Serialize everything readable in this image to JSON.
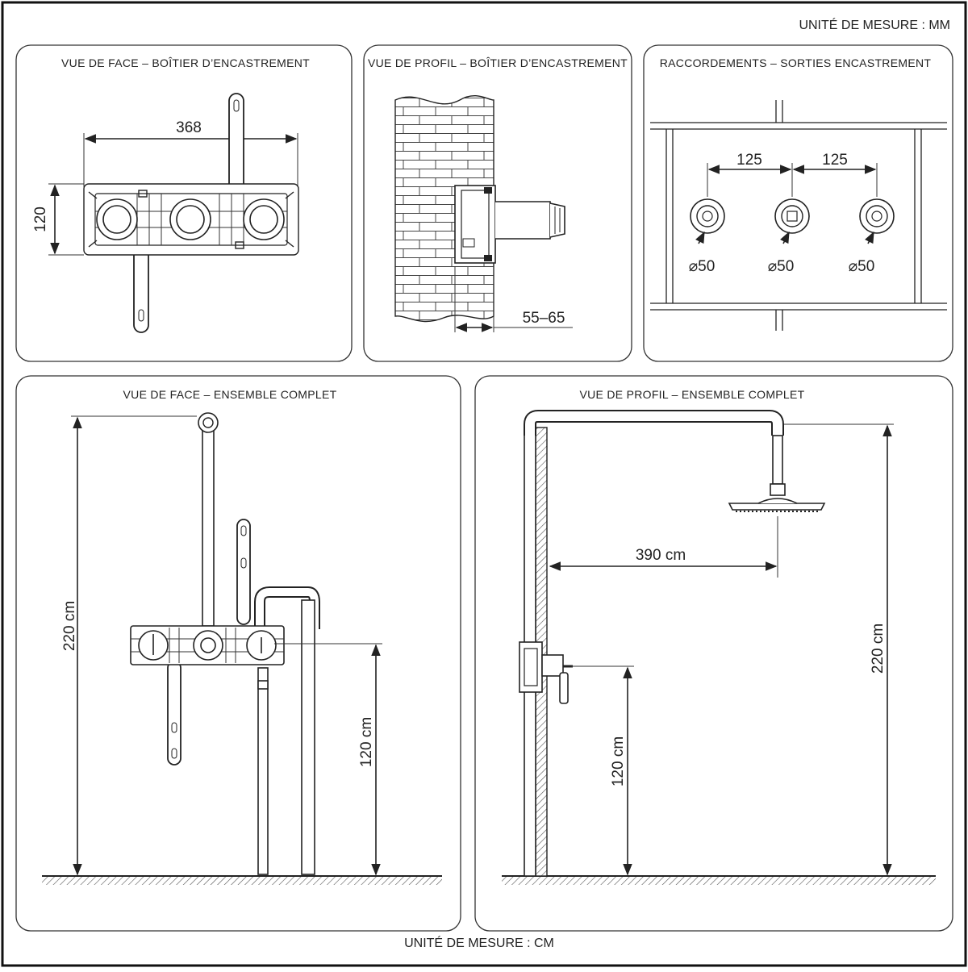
{
  "units": {
    "top": "UNITÉ DE MESURE : MM",
    "bottom": "UNITÉ DE MESURE : CM"
  },
  "panels": {
    "front_box": {
      "title": "VUE DE FACE – BOÎTIER D’ENCASTREMENT",
      "width": "368",
      "height": "120"
    },
    "profile_box": {
      "title": "VUE DE PROFIL – BOÎTIER D’ENCASTREMENT",
      "depth": "55–65"
    },
    "connections": {
      "title": "RACCORDEMENTS – SORTIES ENCASTREMENT",
      "spacing_left": "125",
      "spacing_right": "125",
      "outlets": [
        "⌀50",
        "⌀50",
        "⌀50"
      ]
    },
    "front_full": {
      "title": "VUE DE FACE – ENSEMBLE COMPLET",
      "height_total": "220 cm",
      "height_mixer": "120 cm"
    },
    "profile_full": {
      "title": "VUE DE PROFIL – ENSEMBLE COMPLET",
      "arm_length": "390 cm",
      "height_total": "220 cm",
      "height_mixer": "120 cm"
    }
  }
}
